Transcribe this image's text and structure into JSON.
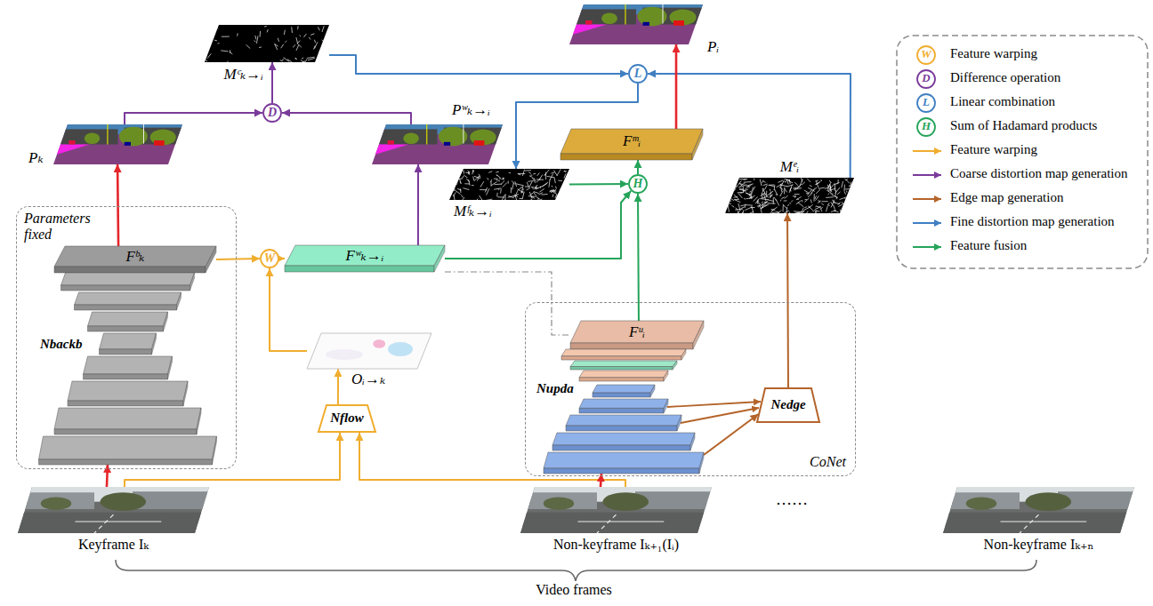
{
  "diagram": {
    "nodes": [
      {
        "text": [
          "Pᵢ"
        ]
      },
      {
        "text": [
          "Mᶜₖ→ᵢ"
        ]
      },
      {
        "text": [
          "L"
        ]
      },
      {
        "text": [
          "D"
        ]
      },
      {
        "text": [
          "Pₖ"
        ]
      },
      {
        "text": [
          "Pʷₖ→ᵢ"
        ]
      },
      {
        "text": [
          "Fᵐᵢ"
        ]
      },
      {
        "text": [
          "Mᶠₖ→ᵢ"
        ]
      },
      {
        "text": [
          "Mᵉᵢ"
        ]
      },
      {
        "text": [
          "H"
        ]
      },
      {
        "text": [
          "Parameters fixed"
        ]
      },
      {
        "text": [
          "Fᵇₖ"
        ],
        "in": 10
      },
      {
        "text": [
          "Nbackb"
        ],
        "in": 10
      },
      {
        "text": [
          "W"
        ]
      },
      {
        "text": [
          "Fʷₖ→ᵢ"
        ]
      },
      {
        "text": [
          "CoNet"
        ]
      },
      {
        "text": [
          "Fᵘᵢ"
        ],
        "in": 15
      },
      {
        "text": [
          "Nupda"
        ],
        "in": 15
      },
      {
        "text": [
          "Nedge"
        ],
        "in": 15
      },
      {
        "text": [
          "Oᵢ→ₖ"
        ]
      },
      {
        "text": [
          "Nflow"
        ]
      },
      {
        "text": [
          "Keyframe Iₖ"
        ]
      },
      {
        "text": [
          "Non-keyframe Iₖ₊₁(Iᵢ)"
        ]
      },
      {
        "text": [
          "Non-keyframe Iₖ₊ₙ"
        ]
      }
    ],
    "edges": [
      {
        "from": 21,
        "to": 12,
        "arrow": "to"
      },
      {
        "from": 11,
        "to": 4,
        "arrow": "to"
      },
      {
        "from": 11,
        "to": 13,
        "arrow": "to"
      },
      {
        "from": 13,
        "to": 14,
        "arrow": "to"
      },
      {
        "from": 19,
        "to": 13,
        "arrow": "to"
      },
      {
        "from": 20,
        "to": 19,
        "arrow": "to"
      },
      {
        "from": 21,
        "to": 20,
        "arrow": "to"
      },
      {
        "from": 22,
        "to": 20,
        "arrow": "to"
      },
      {
        "from": 22,
        "to": 17,
        "arrow": "to"
      },
      {
        "from": 14,
        "to": 5,
        "arrow": "to"
      },
      {
        "from": 4,
        "to": 3,
        "arrow": "to"
      },
      {
        "from": 5,
        "to": 3,
        "arrow": "to"
      },
      {
        "from": 3,
        "to": 1,
        "arrow": "to"
      },
      {
        "from": 1,
        "to": 2,
        "arrow": "to"
      },
      {
        "from": 8,
        "to": 2,
        "arrow": "to"
      },
      {
        "from": 2,
        "to": 7,
        "arrow": "to"
      },
      {
        "from": 7,
        "to": 9,
        "arrow": "to"
      },
      {
        "from": 14,
        "to": 9,
        "arrow": "to"
      },
      {
        "from": 16,
        "to": 9,
        "arrow": "to"
      },
      {
        "from": 9,
        "to": 6,
        "arrow": "to"
      },
      {
        "from": 6,
        "to": 0,
        "arrow": "to"
      },
      {
        "from": 17,
        "to": 18,
        "arrow": "to"
      },
      {
        "from": 18,
        "to": 8,
        "arrow": "to"
      }
    ],
    "labels": [
      "W",
      "D",
      "L",
      "H",
      "……",
      "Video frames"
    ],
    "legend": [
      {
        "text": "Feature warping"
      },
      {
        "text": "Difference operation"
      },
      {
        "text": "Linear combination"
      },
      {
        "text": "Sum of Hadamard products"
      },
      {
        "text": "Feature warping"
      },
      {
        "text": "Coarse distortion map generation"
      },
      {
        "text": "Edge map generation"
      },
      {
        "text": "Fine distortion map generation"
      },
      {
        "text": "Feature fusion"
      }
    ]
  }
}
